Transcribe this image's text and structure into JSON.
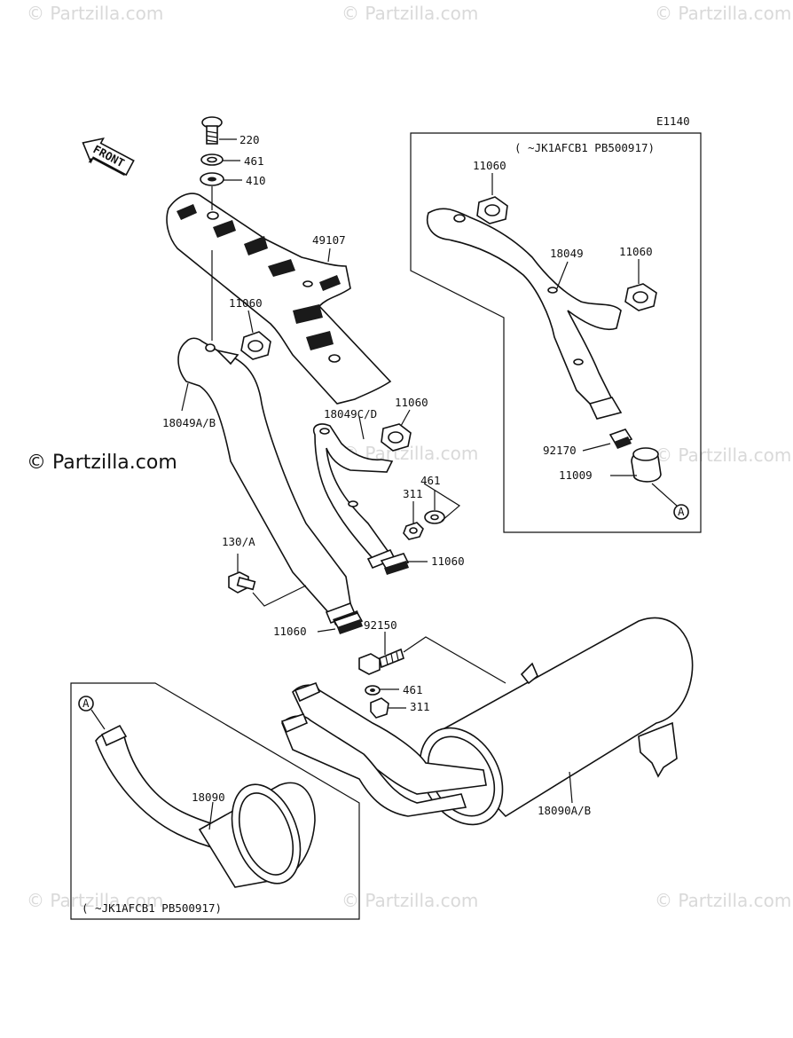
{
  "diagram_code": "E1140",
  "watermarks": {
    "big": "© Partzilla.com",
    "small": "© Partzilla.com"
  },
  "front_arrow_label": "FRONT",
  "inset_top_note": "(   ~JK1AFCB1 PB500917)",
  "inset_bottom_note": "(   ~JK1AFCB1 PB500917)",
  "callout_letter": "A",
  "part_labels": {
    "p220": "220",
    "p461_top": "461",
    "p410": "410",
    "p49107": "49107",
    "p11060_a": "11060",
    "p18049ab": "18049A/B",
    "p18049cd": "18049C/D",
    "p11060_b": "11060",
    "p461_mid": "461",
    "p311_mid": "311",
    "p11060_c": "11060",
    "p130a": "130/A",
    "p11060_d": "11060",
    "p92150": "92150",
    "p461_low": "461",
    "p311_low": "311",
    "p18090ab": "18090A/B",
    "p18090": "18090",
    "inset_11060_a": "11060",
    "inset_18049": "18049",
    "inset_11060_b": "11060",
    "inset_92170": "92170",
    "inset_11009": "11009"
  }
}
